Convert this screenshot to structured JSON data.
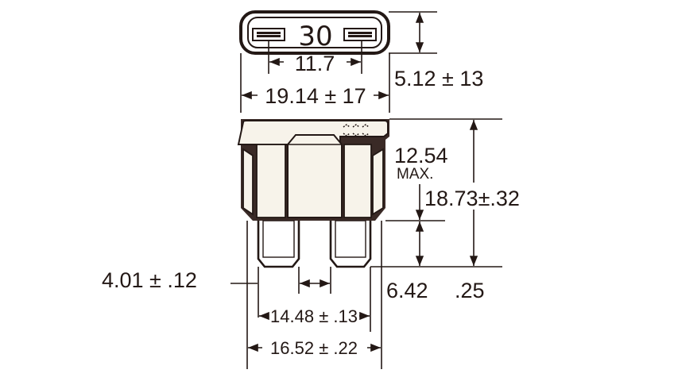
{
  "fuse": {
    "rating_label": "30"
  },
  "dimensions": {
    "blade_spacing": "11.7",
    "width": "19.14 ± 17",
    "top_thickness": "5.12 ± 13",
    "body_height_line1": "12.54",
    "body_height_line2": "MAX.",
    "overall_height": "18.73±.32",
    "blade_width": "4.01 ± .12",
    "blade_length": "6.42",
    "blade_length_tol": ".25",
    "blade_outer_spacing": "14.48 ± .13",
    "overall_width": "16.52 ± .22"
  },
  "colors": {
    "line": "#231815",
    "body": "#3a2a26",
    "top_cap": "#f7f3ea",
    "background": "#ffffff"
  }
}
